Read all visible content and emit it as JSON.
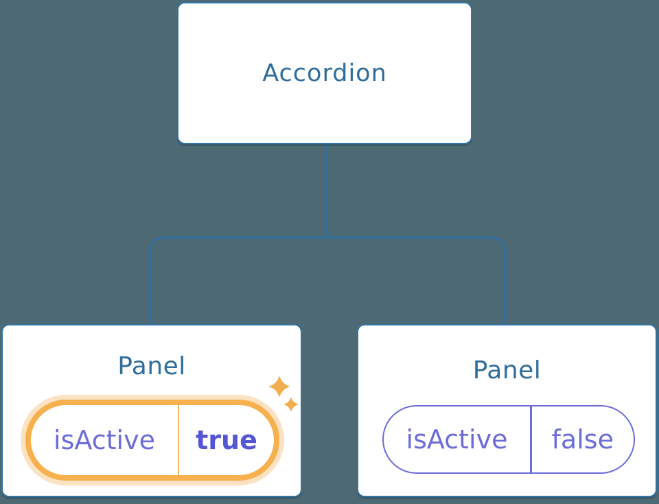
{
  "tree": {
    "root_label": "Accordion",
    "panels": [
      {
        "title": "Panel",
        "state_name": "isActive",
        "state_value": "true",
        "highlighted": true
      },
      {
        "title": "Panel",
        "state_name": "isActive",
        "state_value": "false",
        "highlighted": false
      }
    ]
  },
  "icons": {
    "state_change": "sparkle-icon"
  },
  "colors": {
    "background": "#4D6973",
    "node_border": "#3173A3",
    "node_text": "#2E6D9C",
    "connector": "#2F70A1",
    "state_key_text": "#6C6CD8",
    "state_value_text": "#5556D4",
    "state_pill_border": "#6B6BD8",
    "highlight_ring": "#F6B04E",
    "highlight_glow": "#FAE2C2",
    "highlight_divider": "#F5B860",
    "sparkle": "#F2AD4F"
  }
}
